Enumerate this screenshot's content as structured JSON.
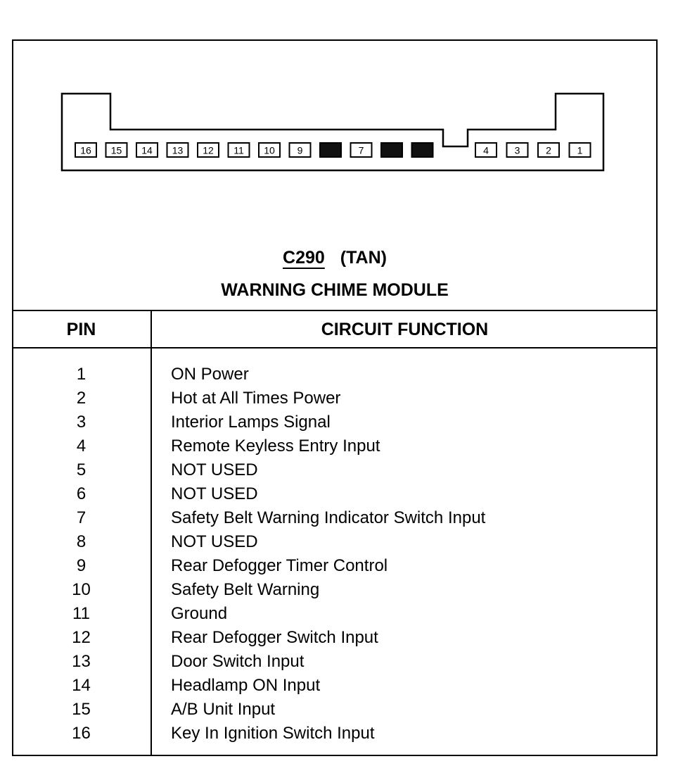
{
  "connector": {
    "code": "C290",
    "color": "(TAN)",
    "name": "WARNING CHIME MODULE",
    "cavities_left": [
      {
        "pin": "16",
        "filled": false
      },
      {
        "pin": "15",
        "filled": false
      },
      {
        "pin": "14",
        "filled": false
      },
      {
        "pin": "13",
        "filled": false
      },
      {
        "pin": "12",
        "filled": false
      },
      {
        "pin": "11",
        "filled": false
      },
      {
        "pin": "10",
        "filled": false
      },
      {
        "pin": "9",
        "filled": false
      },
      {
        "pin": "",
        "filled": true
      },
      {
        "pin": "7",
        "filled": false
      },
      {
        "pin": "",
        "filled": true
      },
      {
        "pin": "",
        "filled": true
      }
    ],
    "cavities_right": [
      {
        "pin": "4",
        "filled": false
      },
      {
        "pin": "3",
        "filled": false
      },
      {
        "pin": "2",
        "filled": false
      },
      {
        "pin": "1",
        "filled": false
      }
    ]
  },
  "table": {
    "headers": {
      "pin": "PIN",
      "function": "CIRCUIT FUNCTION"
    },
    "rows": [
      {
        "pin": "1",
        "function": "ON Power"
      },
      {
        "pin": "2",
        "function": "Hot at All Times Power"
      },
      {
        "pin": "3",
        "function": "Interior Lamps Signal"
      },
      {
        "pin": "4",
        "function": "Remote Keyless Entry Input"
      },
      {
        "pin": "5",
        "function": "NOT USED"
      },
      {
        "pin": "6",
        "function": "NOT USED"
      },
      {
        "pin": "7",
        "function": "Safety Belt Warning Indicator Switch Input"
      },
      {
        "pin": "8",
        "function": "NOT USED"
      },
      {
        "pin": "9",
        "function": "Rear Defogger Timer Control"
      },
      {
        "pin": "10",
        "function": "Safety Belt Warning"
      },
      {
        "pin": "11",
        "function": "Ground"
      },
      {
        "pin": "12",
        "function": "Rear Defogger Switch Input"
      },
      {
        "pin": "13",
        "function": "Door Switch Input"
      },
      {
        "pin": "14",
        "function": "Headlamp ON Input"
      },
      {
        "pin": "15",
        "function": "A/B Unit Input"
      },
      {
        "pin": "16",
        "function": "Key In Ignition Switch Input"
      }
    ]
  }
}
